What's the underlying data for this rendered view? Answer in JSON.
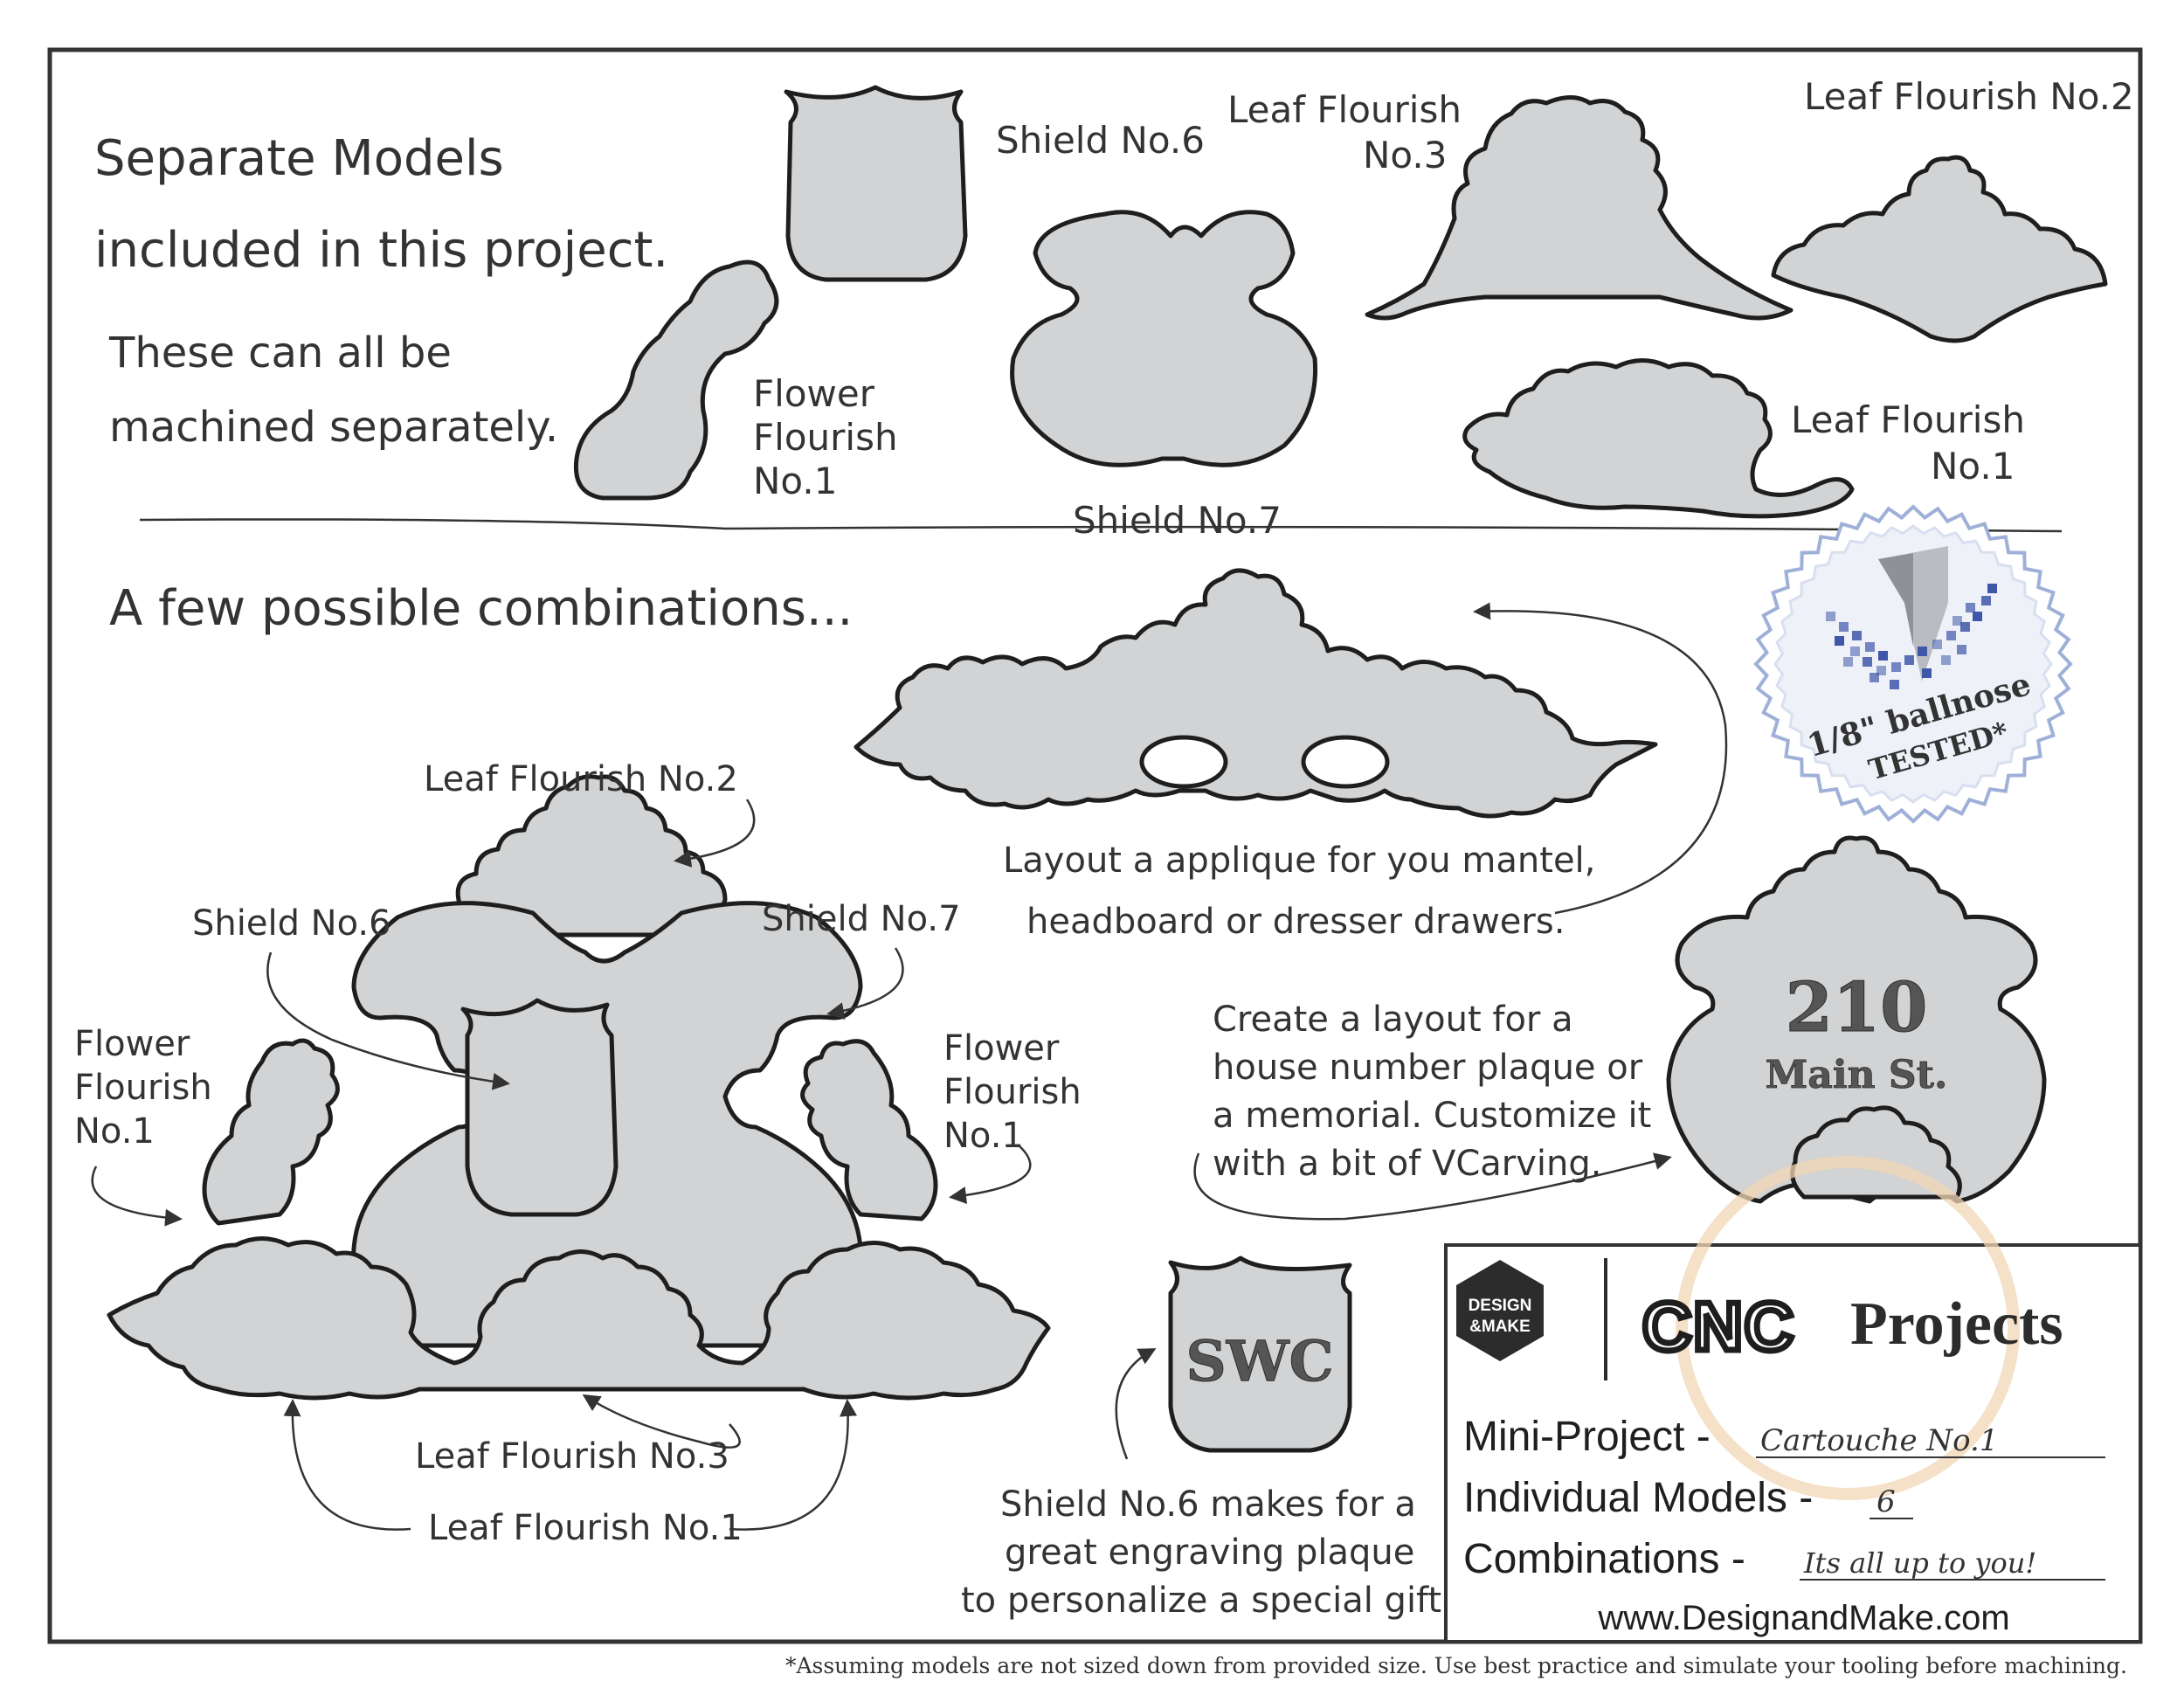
{
  "header": {
    "intro_line1": "Separate Models",
    "intro_line2": "included in this project.",
    "note_line1": "These can all be",
    "note_line2": "machined separately."
  },
  "models": {
    "shield6": "Shield No.6",
    "shield7": "Shield No.7",
    "flower1_l1": "Flower",
    "flower1_l2": "Flourish",
    "flower1_l3": "No.1",
    "leaf3_l1": "Leaf Flourish",
    "leaf3_l2": "No.3",
    "leaf2": "Leaf Flourish No.2",
    "leaf1_l1": "Leaf Flourish",
    "leaf1_l2": "No.1"
  },
  "combinations": {
    "heading": "A few possible combinations...",
    "labels": {
      "leaf2": "Leaf Flourish No.2",
      "shield6": "Shield No.6",
      "shield7": "Shield No.7",
      "flower_left_l1": "Flower",
      "flower_left_l2": "Flourish",
      "flower_left_l3": "No.1",
      "flower_right_l1": "Flower",
      "flower_right_l2": "Flourish",
      "flower_right_l3": "No.1",
      "leaf3": "Leaf Flourish No.3",
      "leaf1": "Leaf Flourish No.1"
    },
    "mantel_l1": "Layout a applique for you mantel,",
    "mantel_l2": "headboard or dresser drawers.",
    "plaque_l1": "Create a layout for a",
    "plaque_l2": "house number plaque or",
    "plaque_l3": "a memorial.  Customize it",
    "plaque_l4": "with a bit of VCarving.",
    "plaque_number": "210",
    "plaque_street": "Main St.",
    "engrave_monogram": "SWC",
    "engrave_l1": "Shield No.6 makes for a",
    "engrave_l2": "great engraving plaque",
    "engrave_l3": "to personalize a special gift!"
  },
  "badge": {
    "line1": "1/8\" ballnose",
    "line2": "TESTED*"
  },
  "info_box": {
    "logo_top": "DESIGN",
    "logo_bottom": "&MAKE",
    "cnc": "CNC",
    "projects": "Projects",
    "mini_project_label": "Mini-Project -",
    "mini_project_value": "Cartouche No.1",
    "models_label": "Individual Models -",
    "models_value": "6",
    "combinations_label": "Combinations -",
    "combinations_value": "Its all up to you!",
    "website": "www.DesignandMake.com"
  },
  "footnote": "*Assuming models are not sized down from provided size. Use best practice and simulate your tooling before machining.",
  "colors": {
    "model_fill": "#d2d3d4",
    "outline": "#1e1e1e",
    "badge_border": "#9fb0d8",
    "badge_pixels": "#3e57a8",
    "stain": "#f1d6b6"
  }
}
